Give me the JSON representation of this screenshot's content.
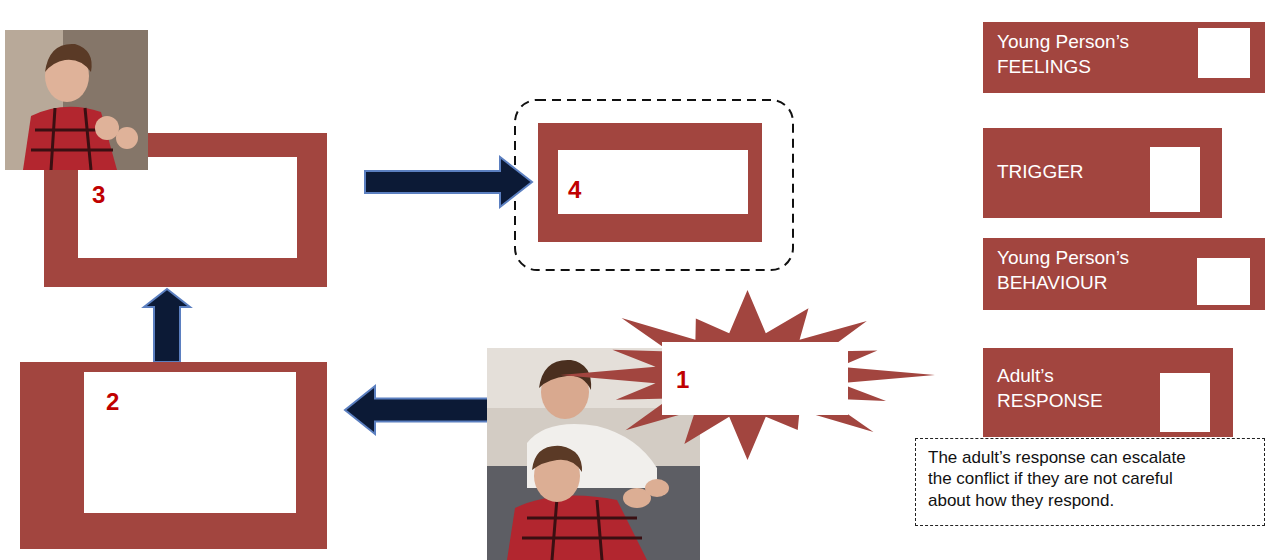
{
  "diagram": {
    "nodes": [
      {
        "text": [
          "1"
        ]
      },
      {
        "text": [
          "2"
        ]
      },
      {
        "text": [
          "3"
        ]
      },
      {
        "text": [
          "4"
        ]
      },
      {
        "text": [
          "Young Person’s FEELINGS"
        ]
      },
      {
        "text": [
          "TRIGGER"
        ]
      },
      {
        "text": [
          "Young Person’s BEHAVIOUR"
        ]
      },
      {
        "text": [
          "Adult’s RESPONSE"
        ]
      },
      {
        "text": [
          "The adult’s response can escalate the conflict if they are not careful about how they respond."
        ]
      }
    ],
    "edges": [
      {
        "from": 0,
        "to": 1,
        "arrow": "to"
      },
      {
        "from": 1,
        "to": 2,
        "arrow": "to"
      },
      {
        "from": 2,
        "to": 3,
        "arrow": "to"
      }
    ]
  }
}
